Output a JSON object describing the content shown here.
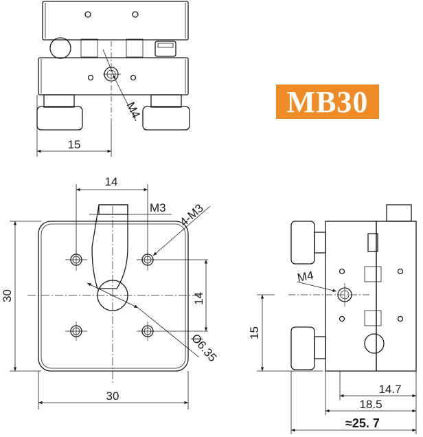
{
  "model": {
    "label": "MB30",
    "bg_color": "#f08a24",
    "text_color": "#ffffff"
  },
  "top_view": {
    "width_dim": "15",
    "thread_label": "M4"
  },
  "front_view": {
    "top_dim": "14",
    "thread_top": "M3",
    "holes_label": "4-M3",
    "height_dim": "30",
    "hole_spacing_v": "14",
    "diameter_label": "Ø6.35",
    "width_dim": "30"
  },
  "side_view": {
    "thread_label": "M4",
    "height_dim": "15",
    "dim_a": "14.7",
    "dim_b": "18.5",
    "dim_total": "≈25. 7"
  }
}
